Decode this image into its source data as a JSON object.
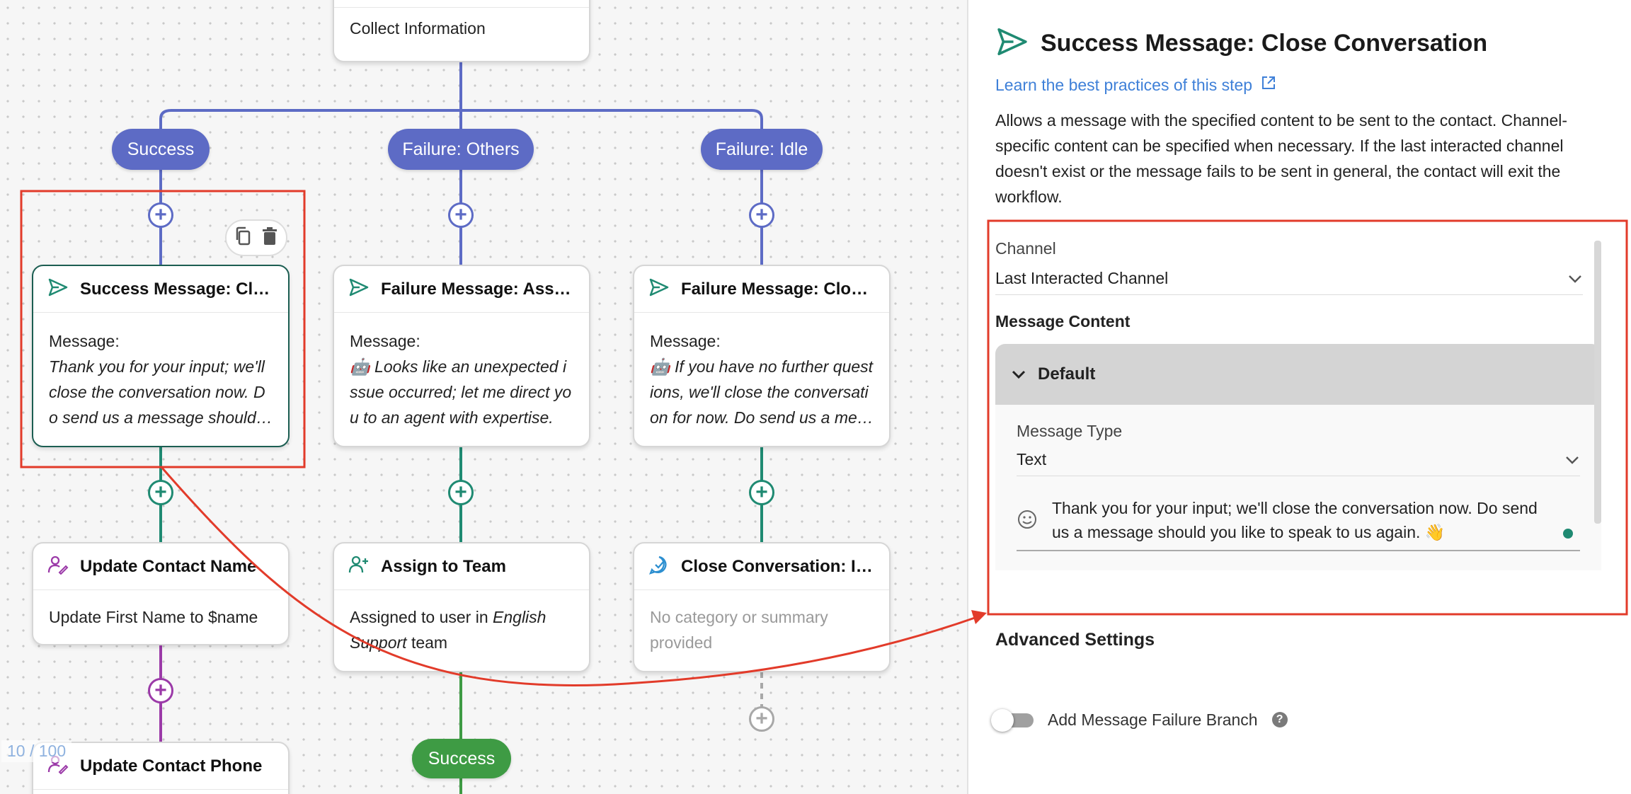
{
  "canvas": {
    "top_node": {
      "label": "Collect Information"
    },
    "branches": [
      {
        "label": "Success"
      },
      {
        "label": "Failure: Others"
      },
      {
        "label": "Failure: Idle"
      }
    ],
    "message_nodes": [
      {
        "title": "Success Message: Clos…",
        "body_label": "Message:",
        "body_text": "Thank you for your input; we'll close the conversation now. Do send us a message should you like to speak to us again."
      },
      {
        "title": "Failure Message: Assign…",
        "body_label": "Message:",
        "body_text": "🤖 Looks like an unexpected issue occurred; let me direct you to an agent with expertise."
      },
      {
        "title": "Failure Message: Close …",
        "body_label": "Message:",
        "body_text": "🤖 If you have no further questions, we'll close the conversation for now. Do send us a message should you like to speak to us again."
      }
    ],
    "action_nodes": [
      {
        "title": "Update Contact Name",
        "body": "Update First Name to $name"
      },
      {
        "title": "Assign to Team",
        "body_pre": "Assigned to user in ",
        "body_em": "English Support",
        "body_post": " team"
      },
      {
        "title": "Close Conversation: Idle",
        "body": "No category or summary provided"
      }
    ],
    "bottom_node": {
      "title": "Update Contact Phone"
    },
    "bottom_pill": {
      "label": "Success"
    },
    "counter": "10 / 100"
  },
  "panel": {
    "title": "Success Message: Close Conversation",
    "link": "Learn the best practices of this step",
    "description": "Allows a message with the specified content to be sent to the contact. Channel-specific content can be specified when necessary. If the last interacted channel doesn't exist or the message fails to be sent in general, the contact will exit the workflow.",
    "channel_label": "Channel",
    "channel_value": "Last Interacted Channel",
    "message_content_label": "Message Content",
    "accordion_label": "Default",
    "message_type_label": "Message Type",
    "message_type_value": "Text",
    "message_text": "Thank you for your input; we'll close the conversation now. Do send us a message should you like to speak to us again. 👋",
    "advanced_settings": "Advanced Settings",
    "failure_branch_label": "Add Message Failure Branch"
  },
  "colors": {
    "branch_blue": "#5d6bc5",
    "connector_teal": "#1f8a72",
    "connector_purple": "#9b3aa8",
    "success_green": "#3e9b44",
    "highlight_red": "#e23b2a",
    "link_blue": "#3f80d8"
  },
  "icons": [
    "send-icon",
    "copy-icon",
    "trash-icon",
    "user-edit-icon",
    "user-add-icon",
    "close-chat-icon",
    "external-link-icon",
    "chevron-down-icon",
    "smiley-icon",
    "help-icon"
  ]
}
